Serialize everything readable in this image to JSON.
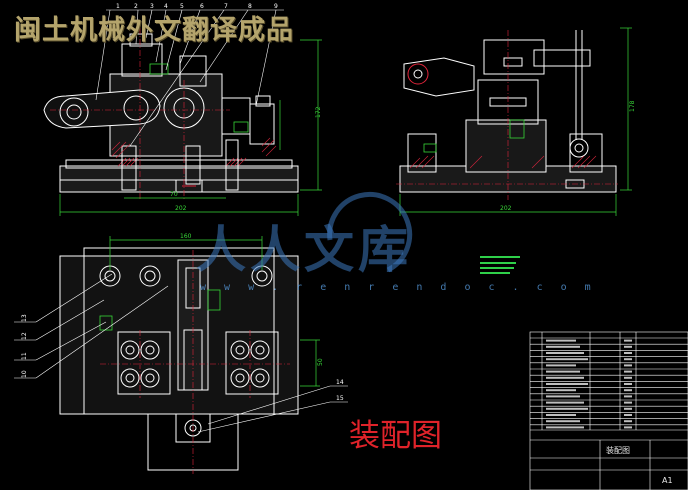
{
  "header": {
    "banner_text": "闽土机械外文翻译成品"
  },
  "drawing": {
    "title": "装配图",
    "watermark_text": "人人文库",
    "watermark_url": "w w w . r e n r e n d o c . c o m",
    "part_number_callouts": [
      "1",
      "2",
      "3",
      "4",
      "5",
      "6",
      "7",
      "8",
      "9",
      "10",
      "11",
      "12",
      "13",
      "14",
      "15"
    ]
  },
  "title_block": {
    "name": "装配图",
    "sheet_size": "A1"
  },
  "colors": {
    "background": "#000000",
    "outline": "#ffffff",
    "dimension": "#38d838",
    "center_line": "#e0243a",
    "hatching": "#d0243a",
    "banner": "#b4a46c",
    "watermark": "#3c78be",
    "title": "#e0232a"
  }
}
